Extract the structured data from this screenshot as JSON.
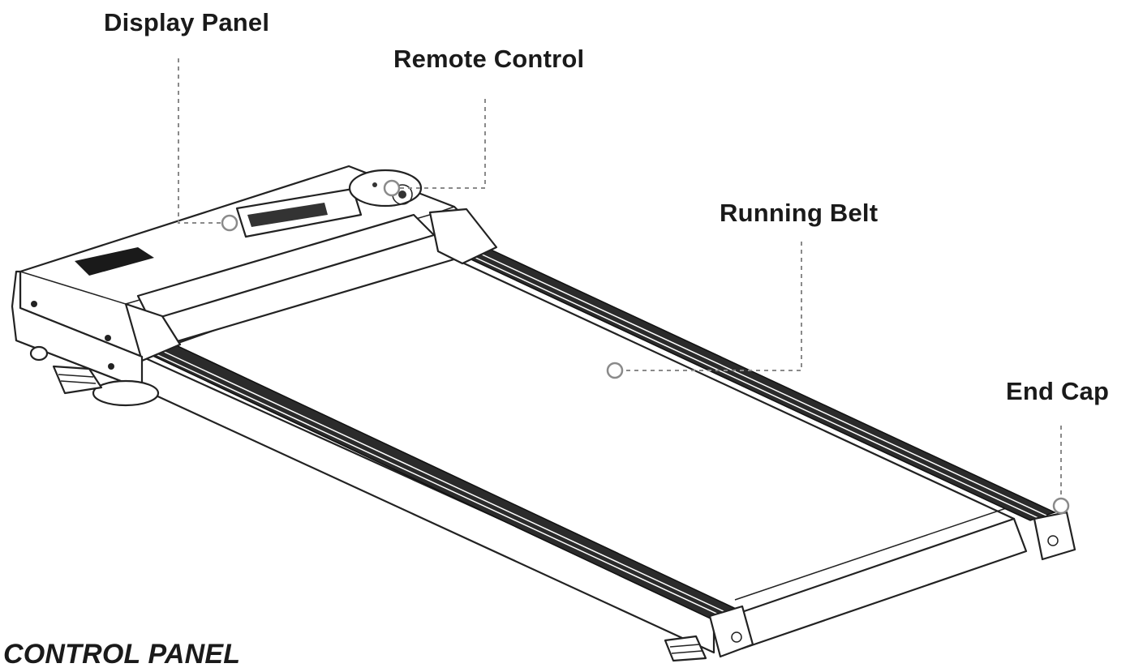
{
  "labels": {
    "display_panel": "Display Panel",
    "remote_control": "Remote Control",
    "running_belt": "Running Belt",
    "end_cap": "End Cap"
  },
  "section_title": "CONTROL PANEL",
  "colors": {
    "line": "#222222",
    "leader": "#8a8a8a",
    "rail": "#2b2b2b"
  }
}
